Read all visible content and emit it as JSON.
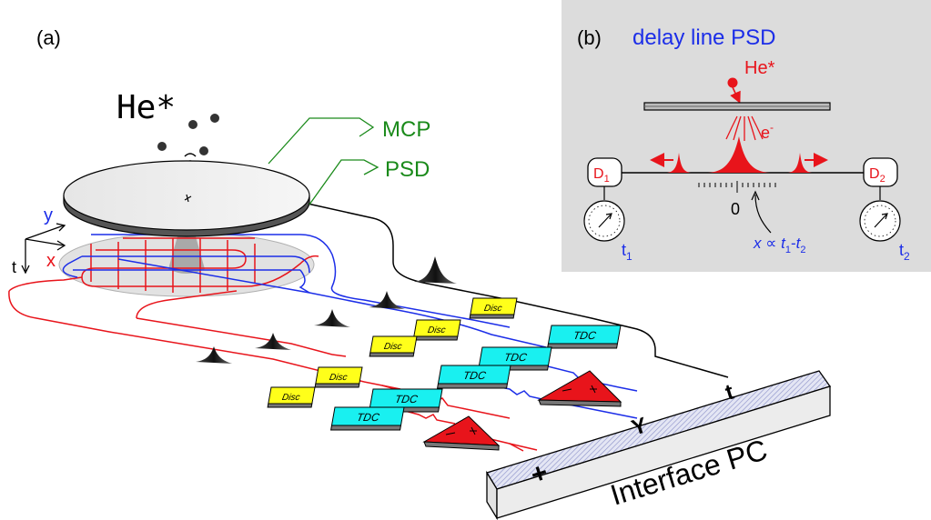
{
  "panel_a": {
    "label": "(a)",
    "particle_label": "He*",
    "mcp_label": "MCP",
    "psd_label": "PSD",
    "axis_y": "y",
    "axis_x": "x",
    "axis_t": "t",
    "disc_label": "Disc",
    "tdc_label": "TDC",
    "interface_label": "Interface PC",
    "interface_symbols": [
      "+",
      "Y",
      "t"
    ]
  },
  "panel_b": {
    "label": "(b)",
    "title": "delay line PSD",
    "particle_label": "He*",
    "electron_label": "e",
    "electron_sup": "-",
    "d1": "D",
    "d1_sub": "1",
    "d2": "D",
    "d2_sub": "2",
    "zero": "0",
    "t1": "t",
    "t1_sub": "1",
    "t2": "t",
    "t2_sub": "2",
    "formula_x": "x",
    "formula_prop": " ∝ ",
    "formula_t1": "t",
    "formula_t1_sub": "1",
    "formula_minus": "-",
    "formula_t2": "t",
    "formula_t2_sub": "2"
  },
  "colors": {
    "red": "#e8141b",
    "blue": "#1c2ee8",
    "green": "#1a8a1a",
    "disc_yellow": "#ffff1a",
    "tdc_cyan": "#19f0f0",
    "panel_bg": "#dcdcdc"
  }
}
